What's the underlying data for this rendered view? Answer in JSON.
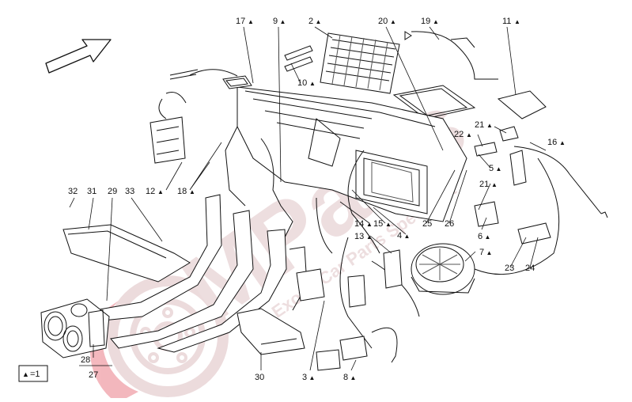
{
  "diagram": {
    "direction_arrow": "direction-arrow-icon",
    "watermark": {
      "brand": "MParts",
      "tagline": "Exotic Car Parts Specialist",
      "color": "#e3c9cb"
    },
    "legend": {
      "symbol": "▲",
      "text": "=1"
    },
    "callouts": [
      {
        "id": "17",
        "tri": true
      },
      {
        "id": "9",
        "tri": true
      },
      {
        "id": "2",
        "tri": true
      },
      {
        "id": "20",
        "tri": true
      },
      {
        "id": "19",
        "tri": true
      },
      {
        "id": "11",
        "tri": true
      },
      {
        "id": "10",
        "tri": true
      },
      {
        "id": "22",
        "tri": true
      },
      {
        "id": "21",
        "tri": true
      },
      {
        "id": "16",
        "tri": true
      },
      {
        "id": "5",
        "tri": true
      },
      {
        "id": "21",
        "tri": true
      },
      {
        "id": "12",
        "tri": true
      },
      {
        "id": "18",
        "tri": true
      },
      {
        "id": "32",
        "tri": false
      },
      {
        "id": "31",
        "tri": false
      },
      {
        "id": "29",
        "tri": false
      },
      {
        "id": "33",
        "tri": false
      },
      {
        "id": "14",
        "tri": true
      },
      {
        "id": "15",
        "tri": true
      },
      {
        "id": "4",
        "tri": true
      },
      {
        "id": "25",
        "tri": false
      },
      {
        "id": "26",
        "tri": false
      },
      {
        "id": "13",
        "tri": true
      },
      {
        "id": "6",
        "tri": true
      },
      {
        "id": "7",
        "tri": true
      },
      {
        "id": "23",
        "tri": false
      },
      {
        "id": "24",
        "tri": false
      },
      {
        "id": "28",
        "tri": false
      },
      {
        "id": "27",
        "tri": false
      },
      {
        "id": "30",
        "tri": false
      },
      {
        "id": "3",
        "tri": true
      },
      {
        "id": "8",
        "tri": true
      }
    ]
  }
}
